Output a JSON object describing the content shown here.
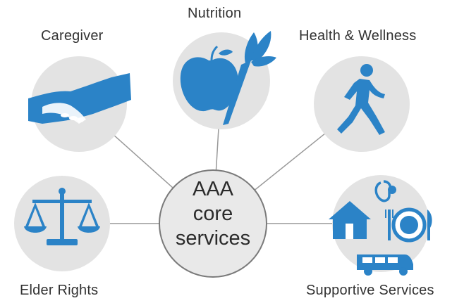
{
  "colors": {
    "circle_fill": "#e3e3e3",
    "icon_blue": "#2b83c7",
    "line": "#999999",
    "center_fill": "#e9e9e9",
    "center_stroke": "#7a7a7a",
    "text": "#333333"
  },
  "center": {
    "lines": [
      "AAA",
      "core",
      "services"
    ]
  },
  "nodes": [
    {
      "id": "caregiver",
      "label": "Caregiver",
      "icon": "handshake-icon"
    },
    {
      "id": "nutrition",
      "label": "Nutrition",
      "icon": "apple-carrot-icon"
    },
    {
      "id": "health",
      "label": "Health & Wellness",
      "icon": "walking-person-icon"
    },
    {
      "id": "elder_rights",
      "label": "Elder Rights",
      "icon": "scales-of-justice-icon"
    },
    {
      "id": "supportive",
      "label": "Supportive Services",
      "icon": "house-stethoscope-plate-van-icon"
    }
  ]
}
